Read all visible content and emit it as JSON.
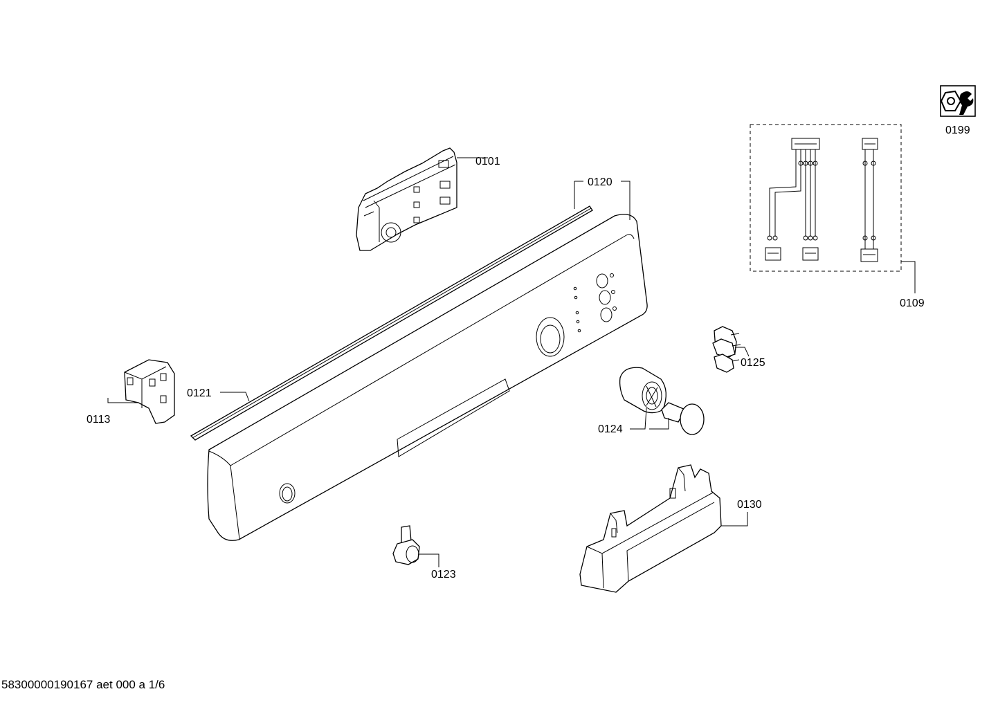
{
  "parts": {
    "p0101": "0101",
    "p0120": "0120",
    "p0199": "0199",
    "p0109": "0109",
    "p0125": "0125",
    "p0121": "0121",
    "p0113": "0113",
    "p0124": "0124",
    "p0130": "0130",
    "p0123": "0123"
  },
  "footer": "58300000190167 aet 000 a 1/6",
  "icons": {
    "service": "wrench-nut-icon"
  }
}
